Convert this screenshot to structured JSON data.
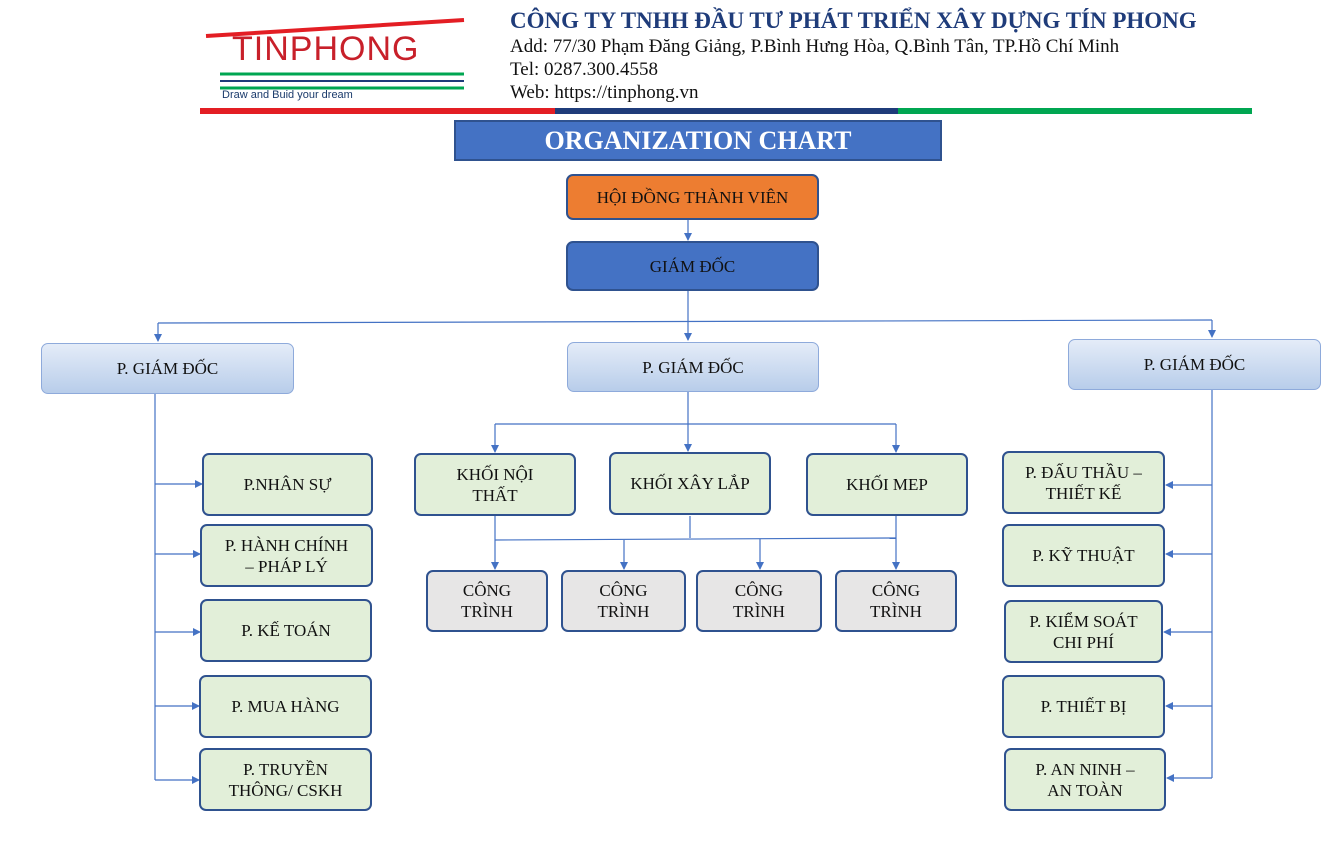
{
  "header": {
    "logo_text": "TINPHONG",
    "logo_tagline": "Draw and Buid your dream",
    "company_name": "CÔNG TY TNHH ĐẦU TƯ PHÁT TRIỂN XÂY DỰNG TÍN PHONG",
    "address": "Add: 77/30 Phạm Đăng Giảng, P.Bình Hưng Hòa, Q.Bình Tân, TP.Hồ Chí Minh",
    "tel": "Tel: 0287.300.4558",
    "web": "Web: https://tinphong.vn",
    "colors": {
      "red": "#e31e24",
      "navy": "#1f3c7a",
      "green": "#00a651"
    }
  },
  "chart_title": "ORGANIZATION CHART",
  "org": {
    "council": "HỘI ĐỒNG THÀNH VIÊN",
    "director": "GIÁM ĐỐC",
    "deputy_left": "P. GIÁM ĐỐC",
    "deputy_center": "P. GIÁM ĐỐC",
    "deputy_right": "P. GIÁM ĐỐC",
    "left_departments": [
      "P.NHÂN SỰ",
      "P. HÀNH CHÍNH\n– PHÁP LÝ",
      "P. KẾ TOÁN",
      "P. MUA HÀNG",
      "P. TRUYỀN\nTHÔNG/ CSKH"
    ],
    "center_blocks": [
      "KHỐI NỘI\nTHẤT",
      "KHỐI XÂY LẮP",
      "KHỐI MEP"
    ],
    "sites": [
      "CÔNG\nTRÌNH",
      "CÔNG\nTRÌNH",
      "CÔNG\nTRÌNH",
      "CÔNG\nTRÌNH"
    ],
    "right_departments": [
      "P. ĐẤU THẦU –\nTHIẾT KẾ",
      "P. KỸ THUẬT",
      "P. KIỂM SOÁT\nCHI PHÍ",
      "P. THIẾT BỊ",
      "P. AN NINH –\nAN TOÀN"
    ],
    "colors": {
      "council": "#ed7d31",
      "director": "#4472c4",
      "deputy": "#b8cdea",
      "department": "#e2efd9",
      "site": "#e7e6e6",
      "border": "#2f528f",
      "connector": "#4472c4"
    }
  }
}
